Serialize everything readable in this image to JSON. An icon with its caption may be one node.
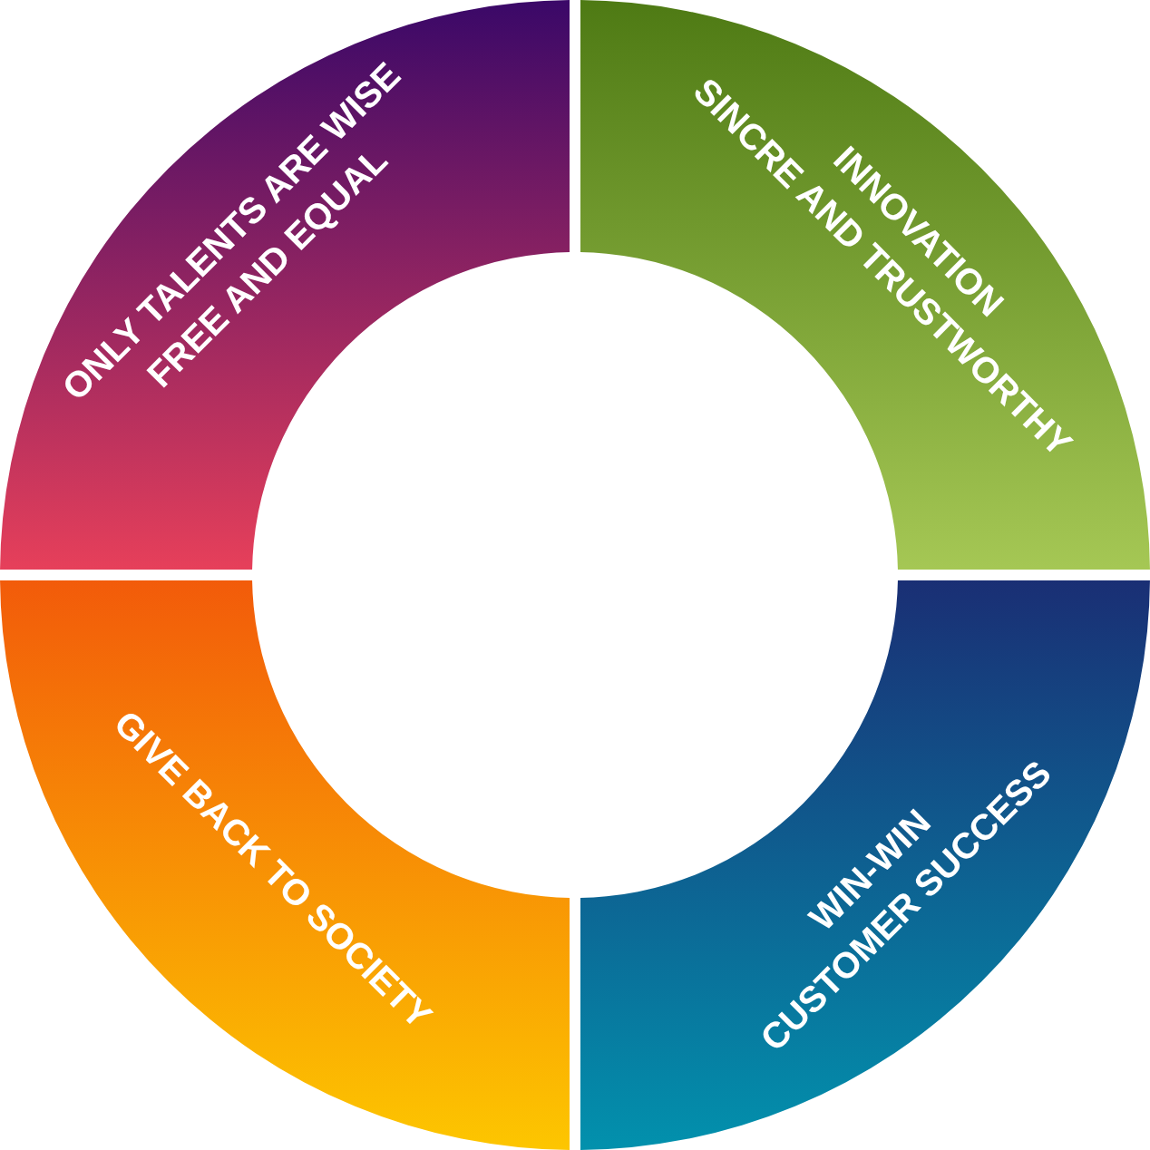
{
  "diagram": {
    "nodes": [
      {
        "text": [
          "ONLY TALENTS ARE WISE",
          "FREE AND EQUAL"
        ]
      },
      {
        "text": [
          "INNOVATION",
          "SINCRE AND TRUSTWORTHY"
        ]
      },
      {
        "text": [
          "WIN-WIN",
          "CUSTOMER SUCCESS"
        ]
      },
      {
        "text": [
          "GIVE BACK TO SOCIETY"
        ]
      }
    ]
  }
}
